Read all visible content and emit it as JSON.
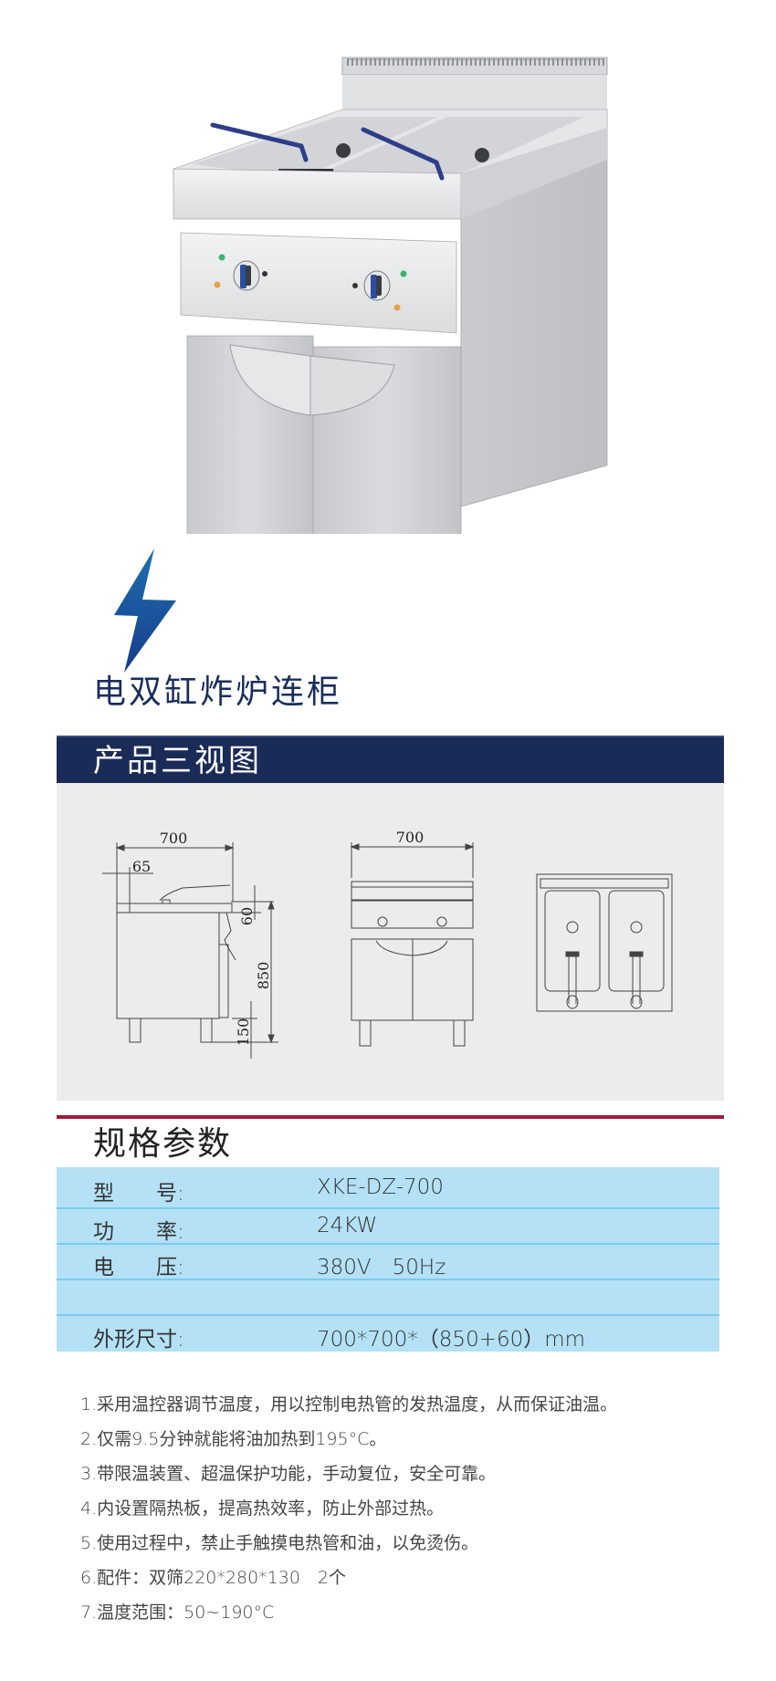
{
  "product": {
    "title": "电双缸炸炉连柜",
    "photo_alt": "electric double-tank fryer with cabinet"
  },
  "views_section": {
    "heading": "产品三视图",
    "side_view": {
      "width_label": "700",
      "offset_label": "65",
      "top_label": "60",
      "height_label": "850",
      "leg_label": "150"
    },
    "front_view": {
      "width_label": "700"
    }
  },
  "spec_section": {
    "heading": "规格参数",
    "rows": [
      {
        "label": "型　　号:",
        "value": "XKE-DZ-700"
      },
      {
        "label": "功　　率:",
        "value": "24KW"
      },
      {
        "label": "电　　压:",
        "value": "380V　50Hz"
      },
      {
        "label": "",
        "value": ""
      },
      {
        "label": "外形尺寸:",
        "value": "700*700*（850+60）mm"
      }
    ]
  },
  "features": [
    "1.采用温控器调节温度，用以控制电热管的发热温度，从而保证油温。",
    "2.仅需9.5分钟就能将油加热到195°C。",
    "3.带限温装置、超温保护功能，手动复位，安全可靠。",
    "4.内设置隔热板，提高热效率，防止外部过热。",
    "5.使用过程中，禁止手触摸电热管和油，以免烫伤。",
    "6.配件：双筛220*280*130　2个",
    "7.温度范围：50~190°C"
  ],
  "colors": {
    "banner": "#1b2b58",
    "title": "#1a2e5c",
    "accent_rule": "#a01a3a",
    "table_bg": "#b4e1f6",
    "table_line": "#7ccbed",
    "panel_bg": "#ececec"
  }
}
